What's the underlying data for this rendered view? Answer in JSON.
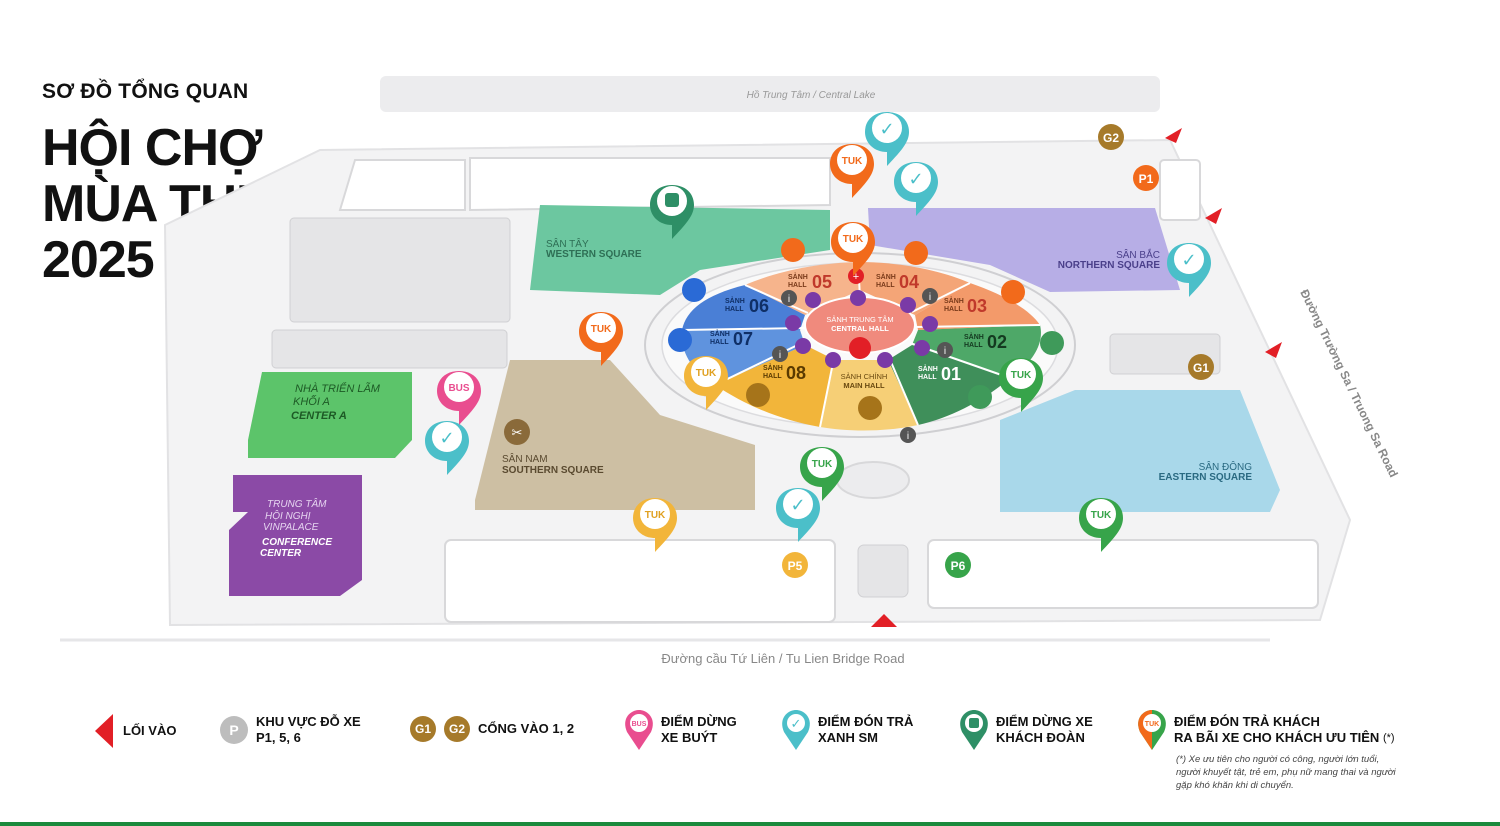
{
  "header": {
    "subtitle": "SƠ ĐỒ TỔNG QUAN",
    "title_lines": [
      "HỘI CHỢ",
      "MÙA THU",
      "2025"
    ]
  },
  "map": {
    "lake": "Hồ Trung Tâm / Central Lake",
    "bottom_road": "Đường cầu Tứ Liên / Tu Lien Bridge Road",
    "right_road": "Đường Trường Sa / Truong Sa Road",
    "squares": {
      "western": {
        "vi": "SÂN TÂY",
        "en": "WESTERN SQUARE"
      },
      "northern": {
        "vi": "SÂN BẮC",
        "en": "NORTHERN SQUARE"
      },
      "southern": {
        "vi": "SÂN NAM",
        "en": "SOUTHERN SQUARE"
      },
      "eastern": {
        "vi": "SÂN ĐÔNG",
        "en": "EASTERN SQUARE"
      }
    },
    "center_a": {
      "line1": "NHÀ TRIỂN LÃM",
      "line2": "KHỐI A",
      "line3": "CENTER A"
    },
    "conference": {
      "line1": "TRUNG TÂM",
      "line2": "HỘI NGHỊ",
      "line3": "VINPALACE",
      "line4": "CONFERENCE",
      "line5": "CENTER"
    },
    "central_hall": {
      "vi": "SẢNH TRUNG TÂM",
      "en": "CENTRAL HALL"
    },
    "main_hall": {
      "vi": "SẢNH CHÍNH",
      "en": "MAIN HALL"
    },
    "hall_word_vi": "SẢNH",
    "hall_word_en": "HALL",
    "halls": [
      "01",
      "02",
      "03",
      "04",
      "05",
      "06",
      "07",
      "08"
    ],
    "gates": [
      "G1",
      "G2"
    ],
    "parkings": [
      "P1",
      "P5",
      "P6"
    ],
    "pin_tuk": "TUK",
    "pin_bus": "BUS",
    "colors": {
      "hall01": "#3f8f5a",
      "hall02": "#4ea868",
      "hall03": "#f39a6a",
      "hall04": "#f4a577",
      "hall05": "#f6b48c",
      "hall06": "#4a7fd6",
      "hall07": "#5f93de",
      "hall08": "#f2b53a",
      "main": "#f6cf76",
      "central": "#f08a7d",
      "western": "#6cc7a0",
      "northern": "#b7aee6",
      "southern": "#cdbfa3",
      "eastern": "#a9d8ea",
      "centerA": "#5cc46a",
      "conference": "#8b4aa6",
      "tuk": "#f26a1b",
      "check": "#4bbfc9",
      "bus": "#e94d8f",
      "coach": "#2e8f66",
      "gate": "#a67a2a",
      "park_p1": "#f26a1b",
      "park_p5": "#f2b53a",
      "park_p6": "#37a44a",
      "entrance": "#e21f26"
    }
  },
  "legend": {
    "entrance": "LỐI VÀO",
    "parking_icon": "P",
    "parking": [
      "KHU VỰC ĐỖ XE",
      "P1, 5, 6"
    ],
    "gates": "CỔNG VÀO 1, 2",
    "bus": [
      "ĐIỂM DỪNG",
      "XE BUÝT"
    ],
    "xanhsm": [
      "ĐIỂM ĐÓN TRẢ",
      "XANH SM"
    ],
    "coach": [
      "ĐIỂM DỪNG XE",
      "KHÁCH ĐOÀN"
    ],
    "priority": [
      "ĐIỂM ĐÓN TRẢ KHÁCH",
      "RA BÃI XE CHO KHÁCH ƯU TIÊN"
    ],
    "priority_mark": "(*)",
    "note": "(*) Xe ưu tiên cho người có công, người lớn tuổi, người khuyết tật, trẻ em, phụ nữ mang thai và người gặp khó khăn khi di chuyển."
  }
}
